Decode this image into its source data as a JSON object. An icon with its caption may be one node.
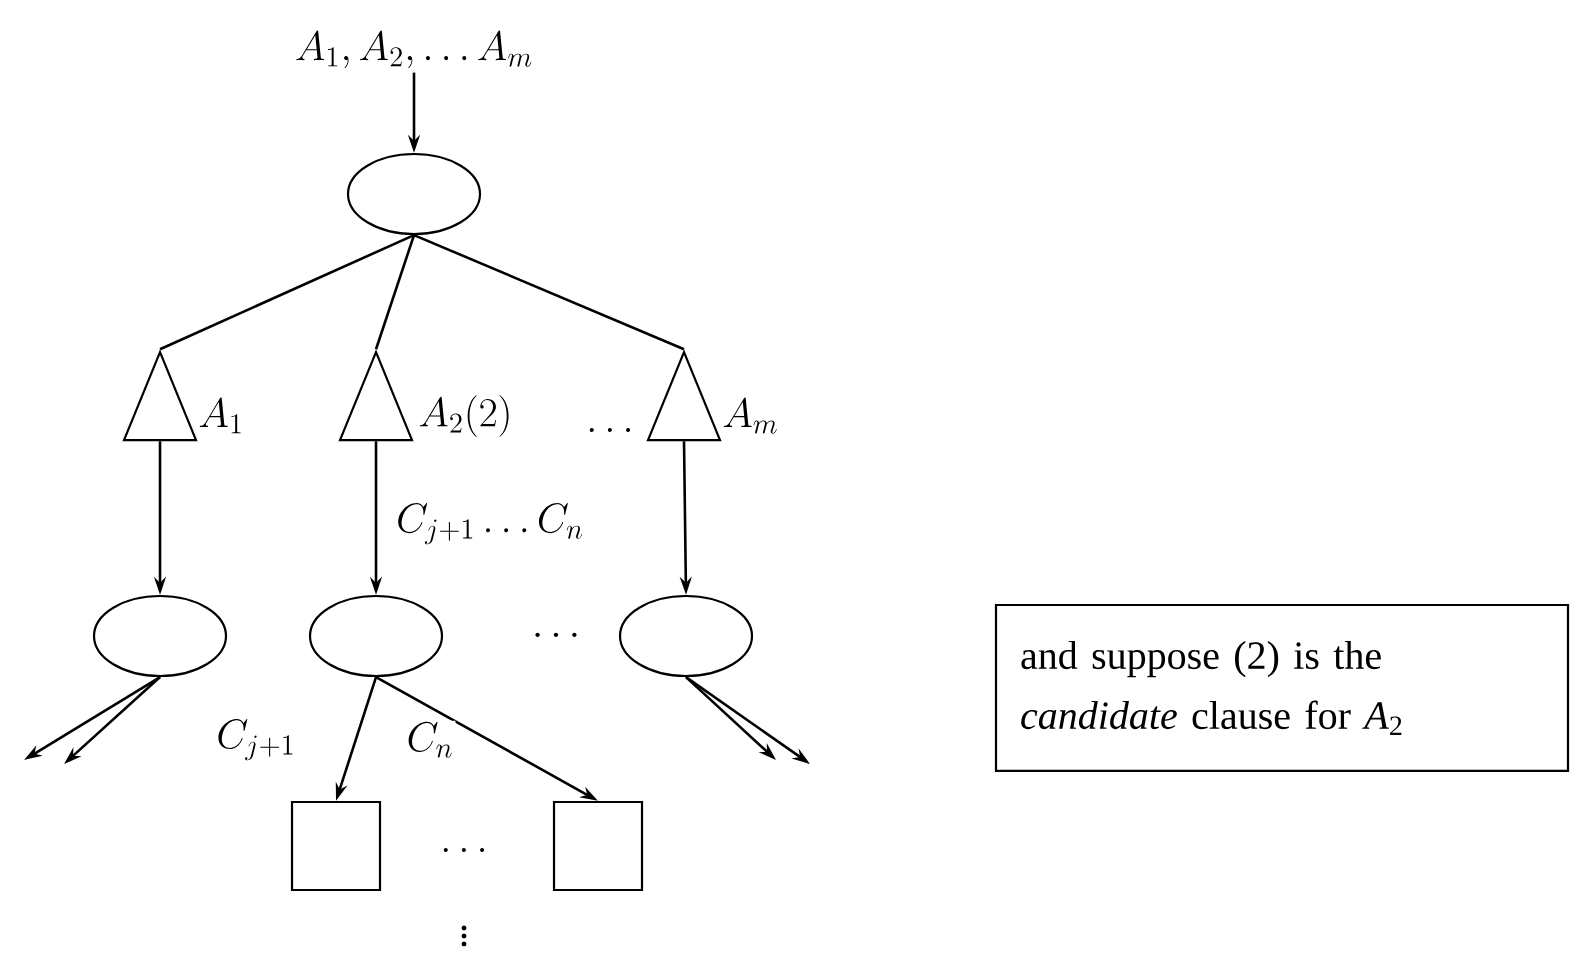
{
  "diagram": {
    "nodes": [
      {
        "text": [
          "A_1,A_2,\\ldots A_m"
        ]
      },
      {
        "text": [],
        "shape": "ellipse"
      },
      {
        "text": [],
        "shape": "triangle",
        "beside": [
          "A_1"
        ]
      },
      {
        "text": [],
        "shape": "triangle",
        "beside": [
          "A_2(2)"
        ]
      },
      {
        "text": [],
        "shape": "triangle",
        "beside": [
          "A_m"
        ]
      },
      {
        "text": [],
        "shape": "ellipse"
      },
      {
        "text": [],
        "shape": "ellipse"
      },
      {
        "text": [],
        "shape": "ellipse"
      },
      {
        "text": [],
        "shape": "box"
      },
      {
        "text": [],
        "shape": "box"
      },
      {
        "text": [
          "and suppose (2) is the *candidate* clause for *A*$_{2}$"
        ]
      }
    ],
    "edges": [
      {
        "from": 0,
        "to": 1,
        "arrow": "to"
      },
      {
        "from": 1,
        "to": 2,
        "arrow": "none"
      },
      {
        "from": 1,
        "to": 3,
        "arrow": "none"
      },
      {
        "from": 1,
        "to": 4,
        "arrow": "none"
      },
      {
        "from": 2,
        "to": 5,
        "arrow": "to"
      },
      {
        "from": 3,
        "to": 6,
        "arrow": "to",
        "label": "C_{j+1}\\ldots C_n"
      },
      {
        "from": 4,
        "to": 7,
        "arrow": "to"
      },
      {
        "from": 5,
        "to": null,
        "arrow": "to"
      },
      {
        "from": 5,
        "to": null,
        "arrow": "to"
      },
      {
        "from": 6,
        "to": 8,
        "arrow": "to",
        "label": "C_{j+1}"
      },
      {
        "from": 6,
        "to": 9,
        "arrow": "to",
        "label": "C_n"
      },
      {
        "from": 7,
        "to": null,
        "arrow": "to"
      },
      {
        "from": 7,
        "to": null,
        "arrow": "to"
      }
    ],
    "labels": [
      "\\ldots",
      "\\cdots",
      "\\ldots",
      "\\vdots"
    ]
  }
}
